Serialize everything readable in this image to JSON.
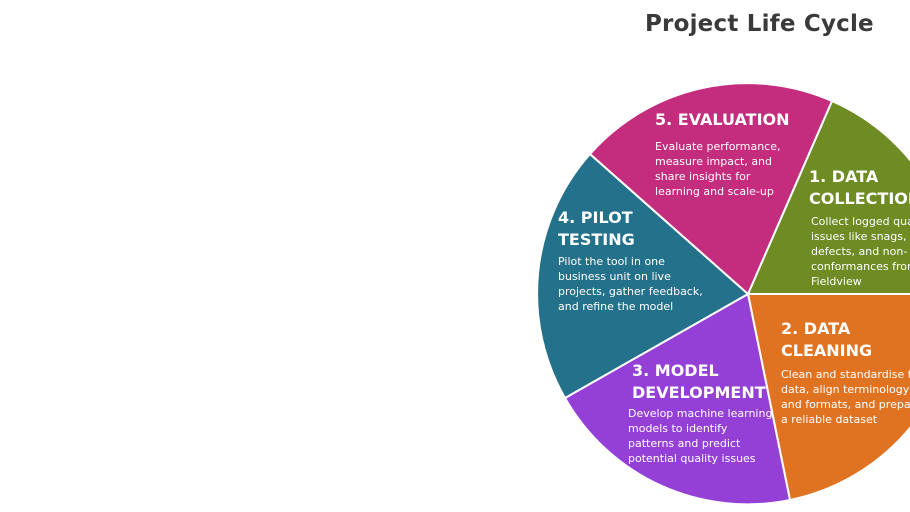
{
  "title": "Project Life Cycle",
  "colors": {
    "data_collection": "#6e8b24",
    "data_cleaning": "#e07322",
    "model_development": "#9440d6",
    "pilot_testing": "#23718a",
    "evaluation": "#c42c7d"
  },
  "stages": [
    {
      "id": "data_collection",
      "heading": [
        "1. DATA",
        "COLLECTION"
      ],
      "body": [
        "Collect logged quality",
        "issues like snags,",
        "defects, and non-",
        "conformances from",
        "Fieldview"
      ]
    },
    {
      "id": "data_cleaning",
      "heading": [
        "2. DATA",
        "CLEANING"
      ],
      "body": [
        "Clean and standardise the",
        "data, align terminology",
        "and formats, and prepare",
        "a reliable dataset"
      ]
    },
    {
      "id": "model_development",
      "heading": [
        "3. MODEL",
        "DEVELOPMENT"
      ],
      "body": [
        "Develop machine learning",
        "models to identify",
        "patterns and predict",
        "potential quality issues"
      ]
    },
    {
      "id": "pilot_testing",
      "heading": [
        "4. PILOT",
        "TESTING"
      ],
      "body": [
        "Pilot the tool in one",
        "business unit on live",
        "projects, gather feedback,",
        "and refine the model"
      ]
    },
    {
      "id": "evaluation",
      "heading": [
        "5. EVALUATION"
      ],
      "body": [
        "Evaluate performance,",
        "measure impact, and",
        "share insights for",
        "learning and scale-up"
      ]
    }
  ]
}
